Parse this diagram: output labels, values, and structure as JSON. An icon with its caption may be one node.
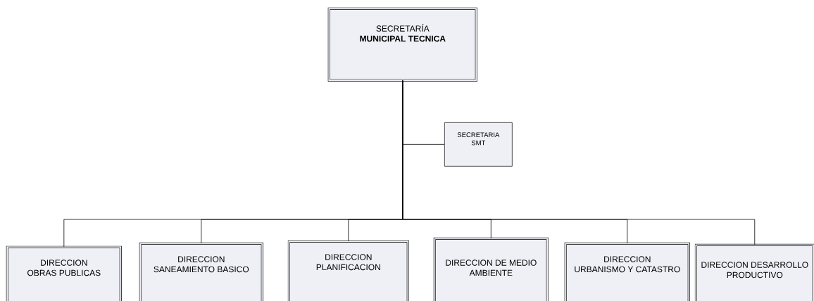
{
  "diagram": {
    "nodes": [
      {
        "text": [
          "SECRETARÍA",
          "MUNICIPAL TECNICA"
        ]
      },
      {
        "text": [
          "SECRETARIA SMT"
        ]
      },
      {
        "text": [
          "DIRECCION OBRAS PUBLICAS"
        ]
      },
      {
        "text": [
          "DIRECCION SANEAMIENTO BASICO"
        ]
      },
      {
        "text": [
          "DIRECCION PLANIFICACION"
        ]
      },
      {
        "text": [
          "DIRECCION DE MEDIO AMBIENTE"
        ]
      },
      {
        "text": [
          "DIRECCION URBANISMO Y CATASTRO"
        ]
      },
      {
        "text": [
          "DIRECCION DESARROLLO PRODUCTIVO"
        ]
      }
    ],
    "edges": [
      {
        "from": 0,
        "to": 1,
        "arrow": "none"
      },
      {
        "from": 0,
        "to": 2,
        "arrow": "none"
      },
      {
        "from": 0,
        "to": 3,
        "arrow": "none"
      },
      {
        "from": 0,
        "to": 4,
        "arrow": "none"
      },
      {
        "from": 0,
        "to": 5,
        "arrow": "none"
      },
      {
        "from": 0,
        "to": 6,
        "arrow": "none"
      },
      {
        "from": 0,
        "to": 7,
        "arrow": "none"
      }
    ]
  }
}
